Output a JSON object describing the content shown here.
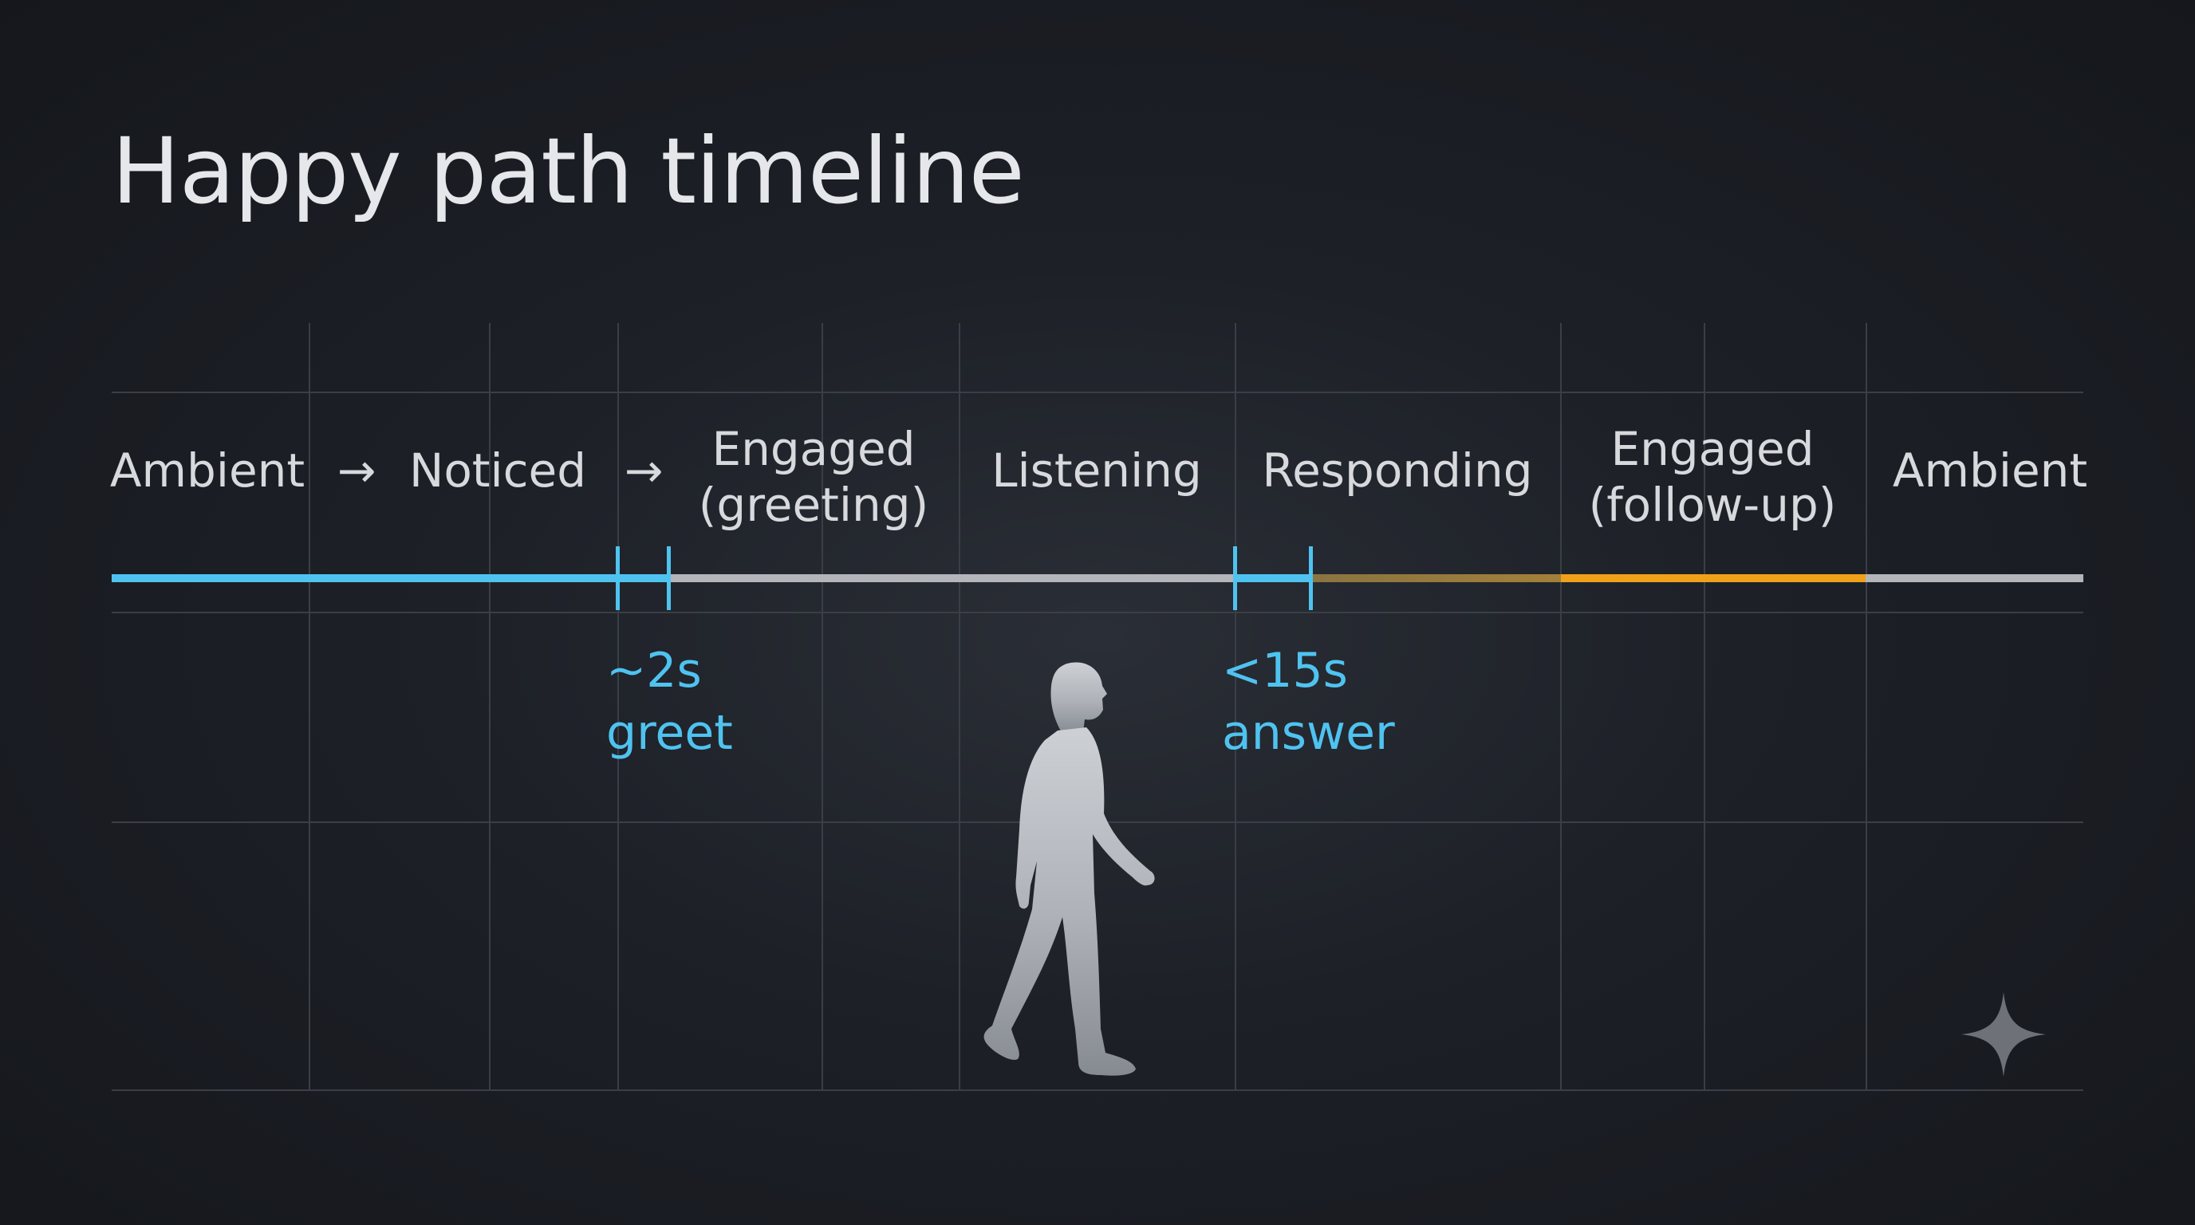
{
  "title": "Happy path timeline",
  "colors": {
    "background": "#1d2027",
    "grid": "#3b3e46",
    "text": "#d7d9dd",
    "accent_blue": "#4fc3f0",
    "neutral_gray": "#b3b5ba",
    "accent_orange": "#f0a11a",
    "bronze": "#9c7b3d"
  },
  "stages": [
    {
      "lines": [
        "Ambient"
      ]
    },
    {
      "lines": [
        "Noticed"
      ]
    },
    {
      "lines": [
        "Engaged",
        "(greeting)"
      ]
    },
    {
      "lines": [
        "Listening"
      ]
    },
    {
      "lines": [
        "Responding"
      ]
    },
    {
      "lines": [
        "Engaged",
        "(follow-up)"
      ]
    },
    {
      "lines": [
        "Ambient"
      ]
    }
  ],
  "transition_arrow": "→",
  "timeline_segments": [
    {
      "stage": "Ambient → Noticed",
      "color": "accent_blue"
    },
    {
      "stage": "Engaged (greeting)",
      "color": "neutral_gray"
    },
    {
      "stage": "Listening",
      "color": "neutral_gray"
    },
    {
      "stage": "Responding",
      "color": "bronze"
    },
    {
      "stage": "Engaged (follow-up)",
      "color": "accent_orange"
    },
    {
      "stage": "Ambient",
      "color": "neutral_gray"
    }
  ],
  "annotations": [
    {
      "lines": [
        "~2s",
        "greet"
      ]
    },
    {
      "lines": [
        "<15s",
        "answer"
      ]
    }
  ],
  "icons": {
    "figure": "walking-person-icon",
    "sparkle": "sparkle-icon"
  }
}
